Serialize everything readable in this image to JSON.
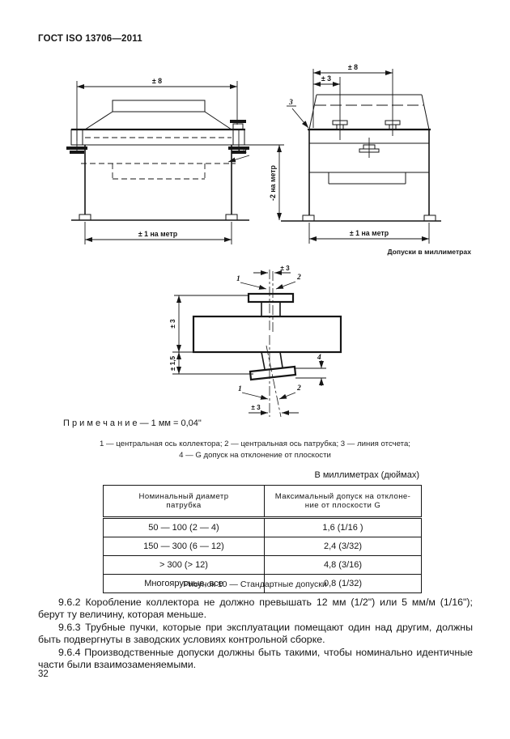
{
  "page": {
    "doc_code": "ГОСТ ISO 13706—2011",
    "page_number": "32"
  },
  "figure": {
    "units_label": "Допуски в миллиметрах",
    "note": "П р и м е ч а н и е — 1 мм = 0,04\"",
    "legend_line1": "1 — центральная ось коллектора; 2 — центральная ось патрубка; 3 — линия отсчета;",
    "legend_line2": "4 — G допуск на отклонение от плоскости",
    "caption": "Рисунок 10 — Стандартные допуски",
    "dims": {
      "pm8": "± 8",
      "pm3": "± 3",
      "pm1_per_metre": "± 1 на метр",
      "minus2_per_metre": "-2 на метр",
      "pm1_5": "± 1,5",
      "callout_1": "1",
      "callout_2": "2",
      "callout_3": "3",
      "callout_4": "4"
    }
  },
  "table": {
    "units_heading": "В миллиметрах (дюймах)",
    "col1_header": "Номинальный диаметр\nпатрубка",
    "col2_header": "Максимальный допуск на отклоне-\nние от плоскости G",
    "rows": [
      [
        "50 — 100 (2 — 4)",
        "1,6 (1/16 )"
      ],
      [
        "150 — 300 (6 — 12)",
        "2,4 (3/32)"
      ],
      [
        "> 300 (> 12)",
        "4,8 (3/16)"
      ],
      [
        "Многоярусные, все",
        "0,8 (1/32)"
      ]
    ]
  },
  "paragraphs": [
    "9.6.2 Коробление коллектора не должно превышать 12 мм (1/2\") или 5 мм/м (1/16\"); берут ту величину, которая меньше.",
    "9.6.3 Трубные пучки, которые при эксплуатации помещают один над другим, должны быть подвергнуты в заводских условиях контрольной сборке.",
    "9.6.4 Производственные допуски должны быть такими,  чтобы номинально идентичные части были взаимозаменяемыми."
  ],
  "colors": {
    "ink": "#161616",
    "paper": "#ffffff"
  }
}
